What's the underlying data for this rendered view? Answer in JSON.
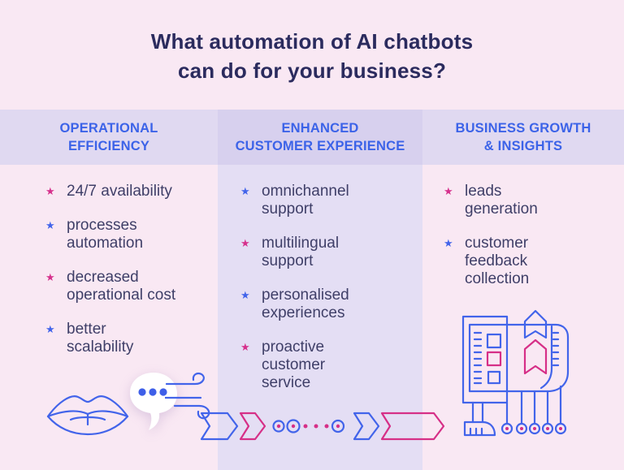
{
  "title": {
    "line1": "What automation of AI chatbots",
    "line2": "can do for your business?"
  },
  "bullet_glyph": "★",
  "columns": [
    {
      "header_lines": [
        "OPERATIONAL",
        "EFFICIENCY"
      ],
      "items": [
        {
          "bullet": "pink",
          "lines": [
            "24/7 availability"
          ]
        },
        {
          "bullet": "blue",
          "lines": [
            "processes",
            "automation"
          ]
        },
        {
          "bullet": "pink",
          "lines": [
            "decreased",
            "operational cost"
          ]
        },
        {
          "bullet": "blue",
          "lines": [
            "better",
            "scalability"
          ]
        }
      ]
    },
    {
      "header_lines": [
        "ENHANCED",
        "CUSTOMER EXPERIENCE"
      ],
      "items": [
        {
          "bullet": "blue",
          "lines": [
            "omnichannel",
            "support"
          ]
        },
        {
          "bullet": "pink",
          "lines": [
            "multilingual",
            "support"
          ]
        },
        {
          "bullet": "blue",
          "lines": [
            "personalised",
            "experiences"
          ]
        },
        {
          "bullet": "pink",
          "lines": [
            "proactive",
            "customer",
            "service"
          ]
        }
      ]
    },
    {
      "header_lines": [
        "BUSINESS GROWTH",
        "& INSIGHTS"
      ],
      "items": [
        {
          "bullet": "pink",
          "lines": [
            "leads",
            "generation"
          ]
        },
        {
          "bullet": "blue",
          "lines": [
            "customer",
            "feedback",
            "collection"
          ]
        }
      ]
    }
  ],
  "icons": [
    {
      "name": "lips-illustration"
    },
    {
      "name": "speech-bubble-icon"
    },
    {
      "name": "wind-swirl-icon"
    },
    {
      "name": "chevron-flow-illustration"
    },
    {
      "name": "report-machine-illustration"
    }
  ],
  "colors": {
    "background": "#F9E8F3",
    "band_side_header": "#E0D9F1",
    "band_middle_header": "#D7D0EE",
    "band_middle_column": "#E4DEF4",
    "title_text": "#2B2B5E",
    "header_text": "#3C63E8",
    "body_text": "#3F3F68",
    "accent_blue": "#4264EA",
    "accent_pink": "#D62F87",
    "bubble_fill": "#FFFFFF"
  }
}
